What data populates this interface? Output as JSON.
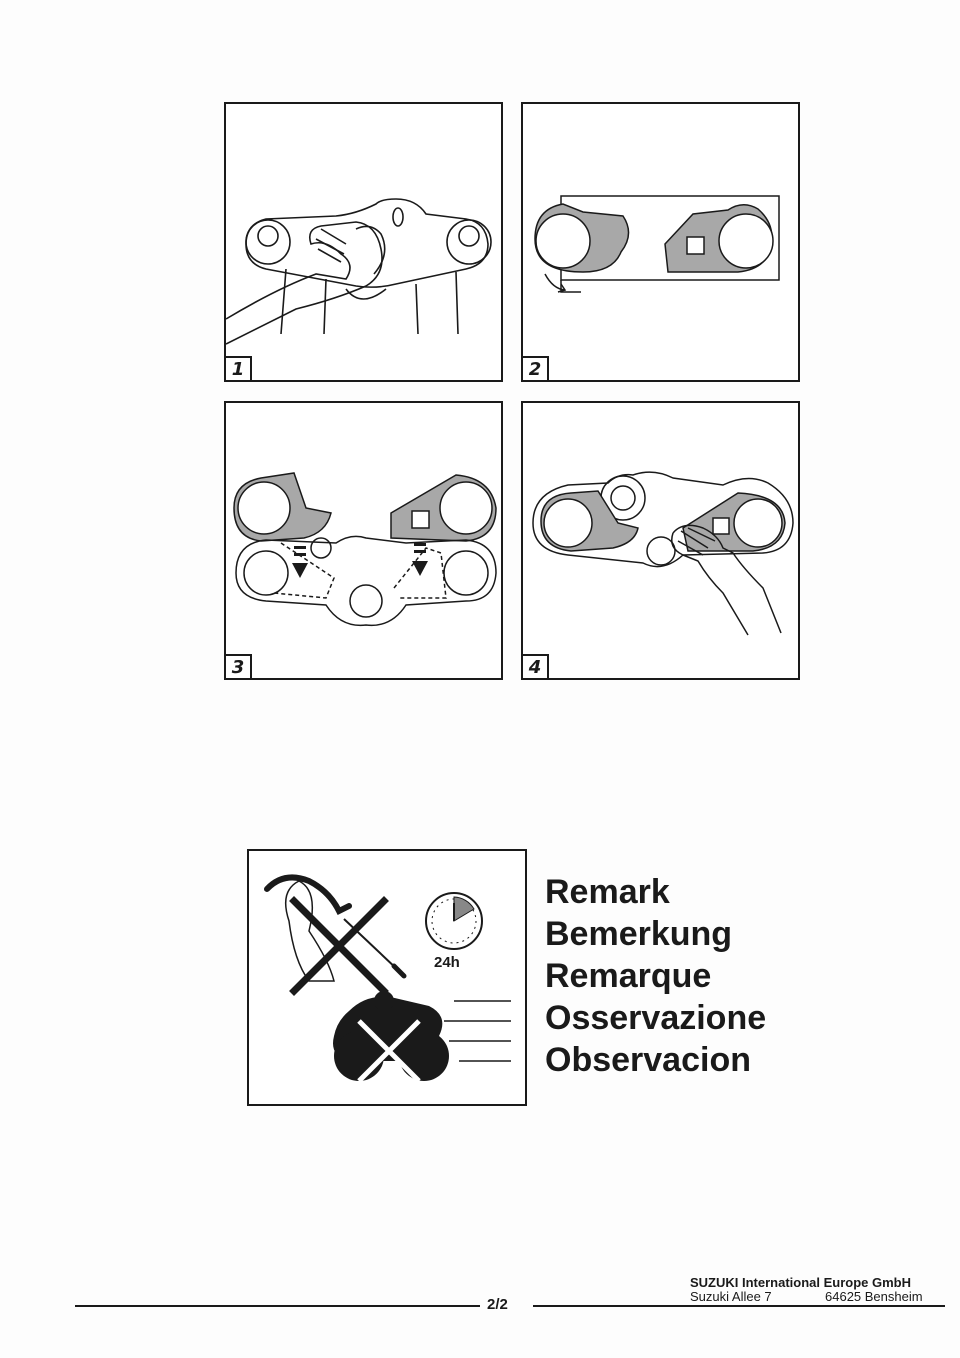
{
  "steps": [
    {
      "number": "1",
      "description_icon": "wipe-clean-icon"
    },
    {
      "number": "2",
      "description_icon": "peel-backing-icon"
    },
    {
      "number": "3",
      "description_icon": "apply-sticker-icon"
    },
    {
      "number": "4",
      "description_icon": "press-sticker-icon"
    }
  ],
  "remark": {
    "labels": [
      "Remark",
      "Bemerkung",
      "Remarque",
      "Osservazione",
      "Observacion"
    ],
    "hours": "24h",
    "icons": [
      "no-washing-icon",
      "clock-icon",
      "no-riding-icon"
    ]
  },
  "footer": {
    "page": "2/2",
    "company": "SUZUKI International Europe GmbH",
    "street": "Suzuki Allee 7",
    "city": "64625 Bensheim"
  },
  "colors": {
    "sticker_gray": "#a8a8a8",
    "ink": "#1a1a1a"
  }
}
